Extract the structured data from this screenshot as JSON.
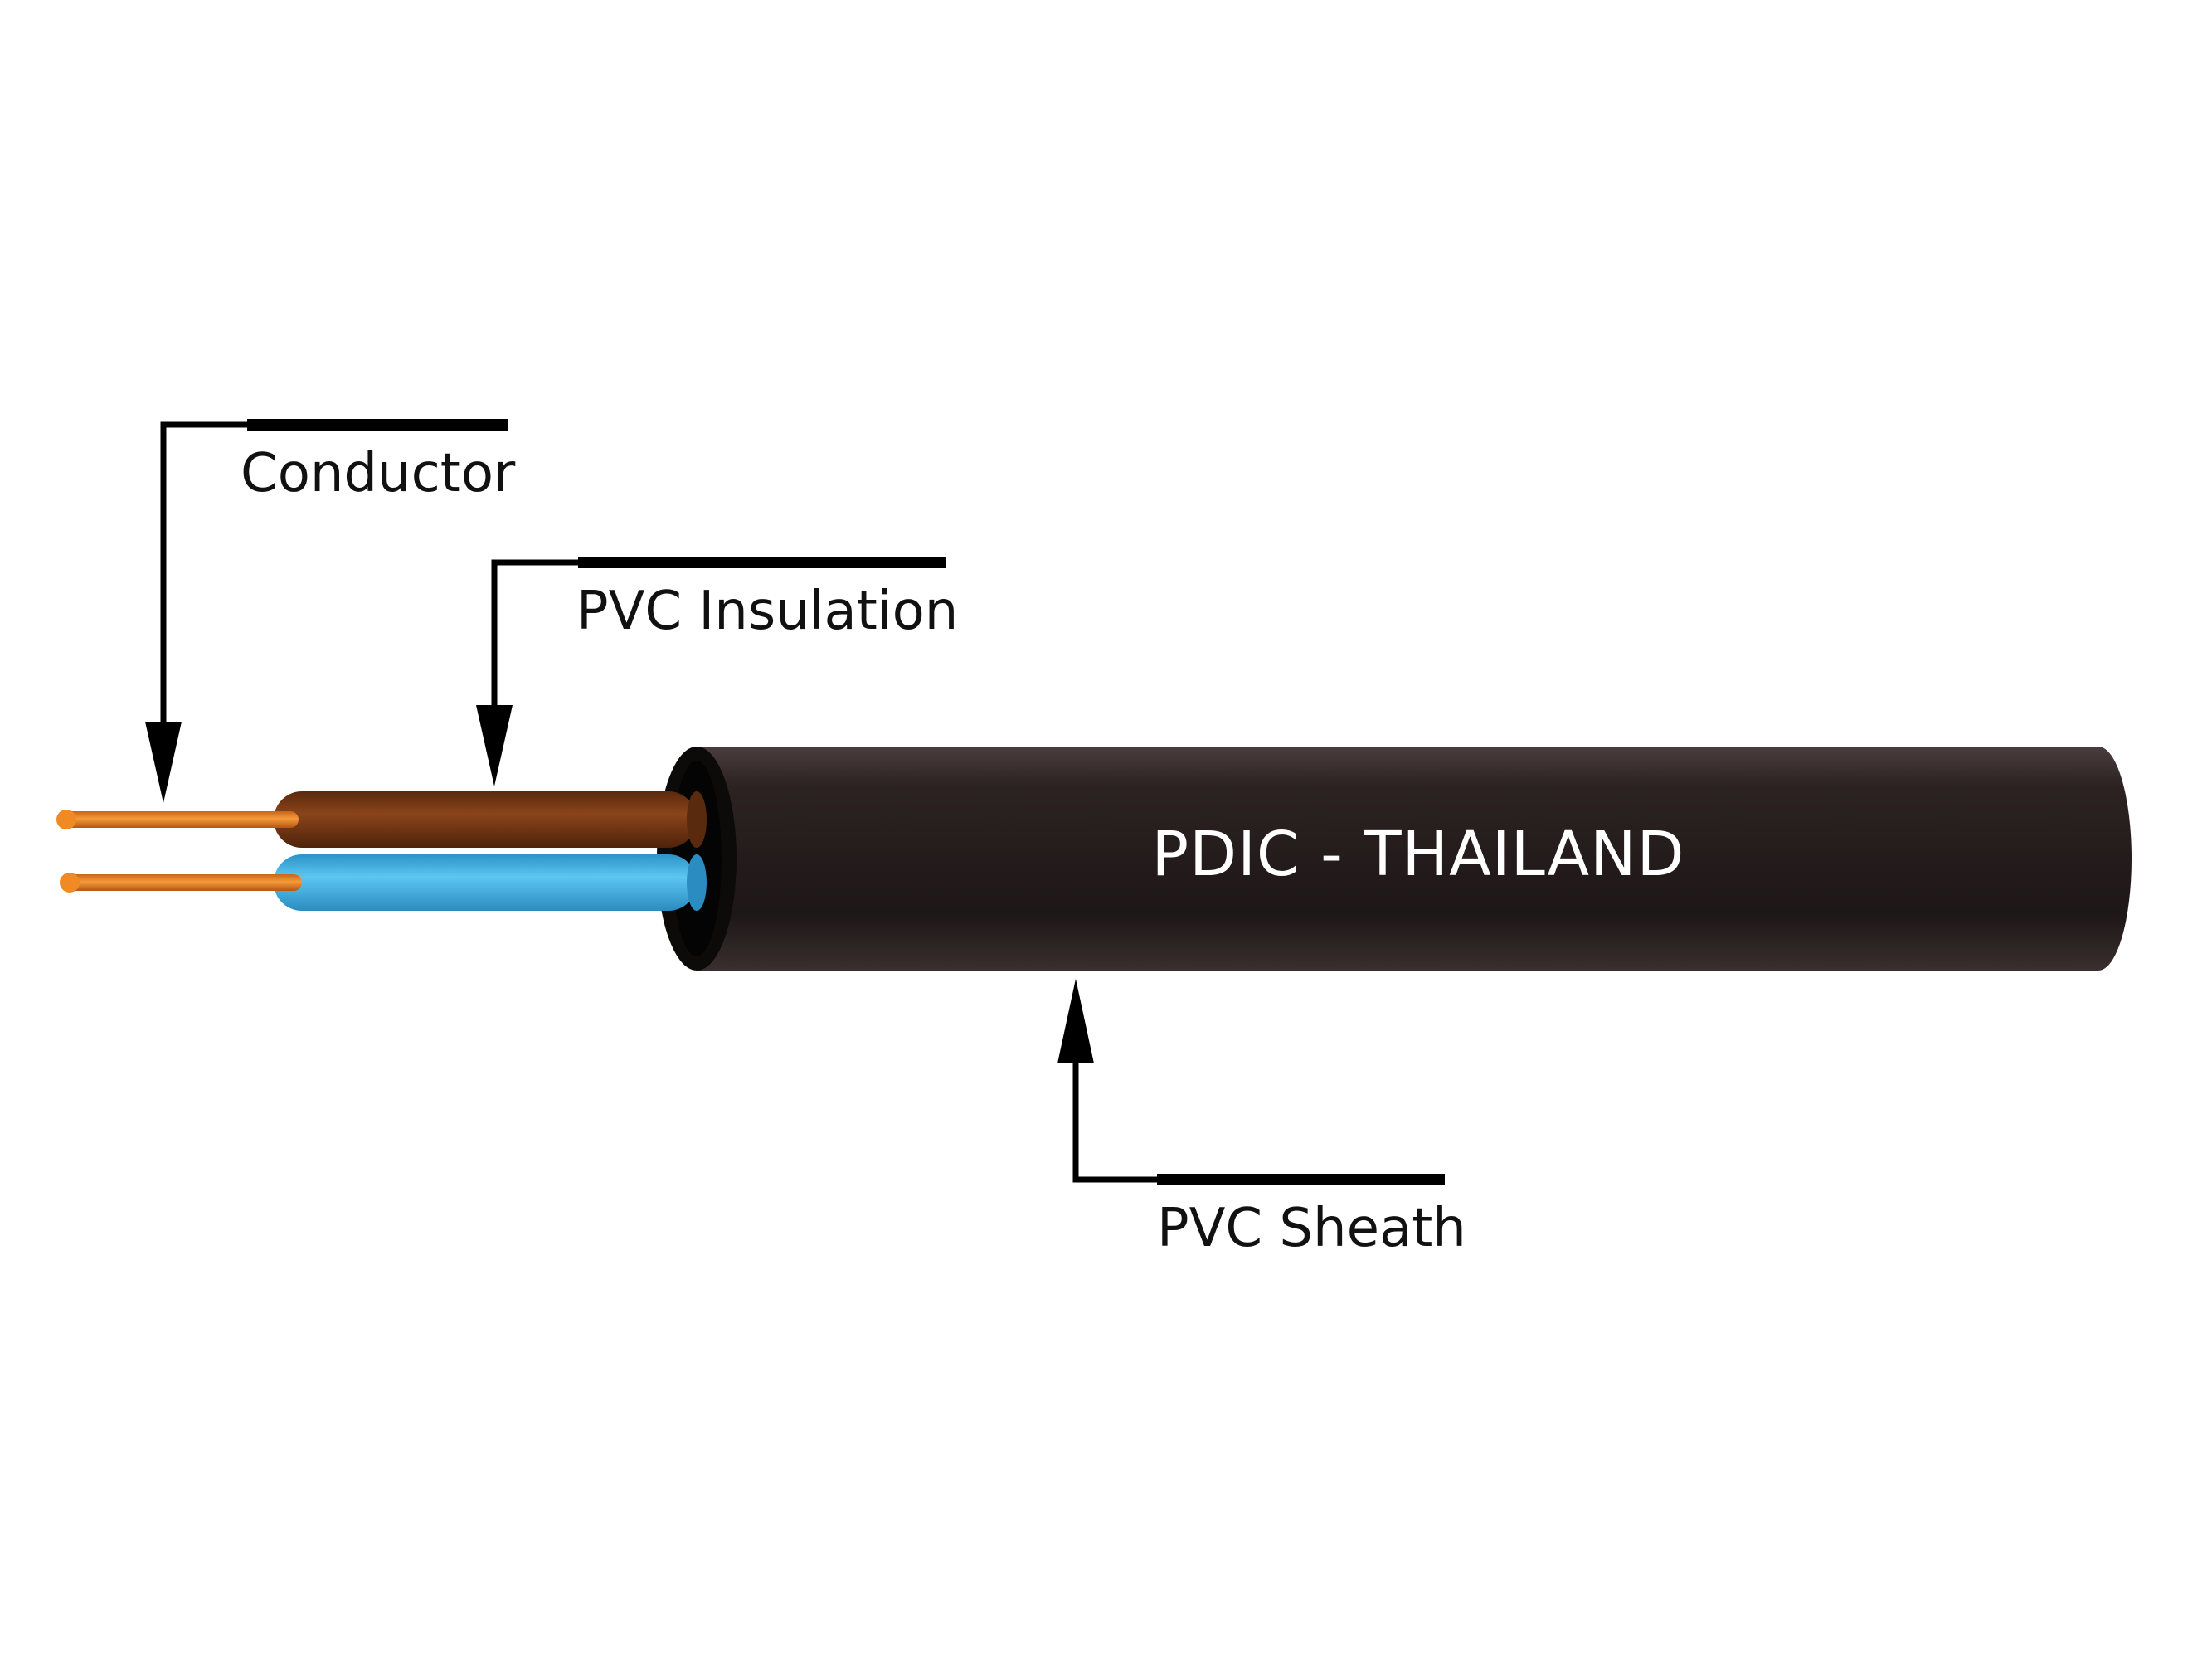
{
  "labels": {
    "conductor": "Conductor",
    "insulation": "PVC Insulation",
    "sheath": "PVC Sheath"
  },
  "sheath_marking": "PDIC - THAILAND",
  "colors": {
    "background": "#ffffff",
    "sheath": "#2a2121",
    "core_brown": "#7a3a14",
    "core_blue": "#3fb0e6",
    "copper": "#e8821e",
    "leader_lines": "#000000",
    "label_text": "#111111",
    "sheath_text": "#ffffff"
  },
  "components": [
    {
      "name": "conductor",
      "count": 2
    },
    {
      "name": "insulated-core-brown"
    },
    {
      "name": "insulated-core-blue"
    },
    {
      "name": "outer-sheath"
    }
  ]
}
